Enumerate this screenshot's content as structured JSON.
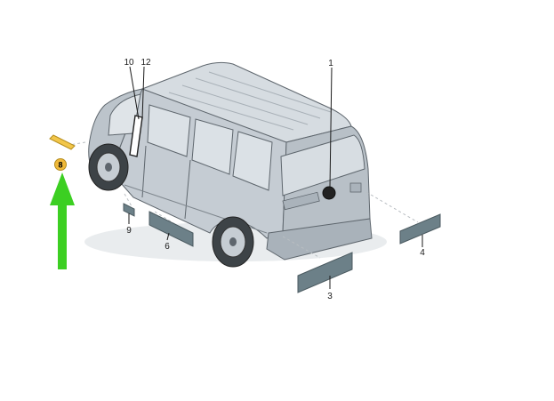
{
  "diagram": {
    "background": "#ffffff",
    "van_color": "#c5ccd3",
    "van_shadow": "#9aa3ab",
    "van_outline": "#5e666d",
    "part_color": "#6c8088",
    "highlight_part_color": "#f2c64a",
    "highlight_badge_color": "#f0b93a",
    "arrow_color": "#3ccf22",
    "arrow_direction": "up",
    "callouts": [
      {
        "id": "c1",
        "label": "1"
      },
      {
        "id": "c3",
        "label": "3"
      },
      {
        "id": "c4",
        "label": "4"
      },
      {
        "id": "c6",
        "label": "6"
      },
      {
        "id": "c8",
        "label": "8",
        "highlighted": true
      },
      {
        "id": "c9",
        "label": "9"
      },
      {
        "id": "c10",
        "label": "10"
      },
      {
        "id": "c12",
        "label": "12"
      }
    ]
  }
}
